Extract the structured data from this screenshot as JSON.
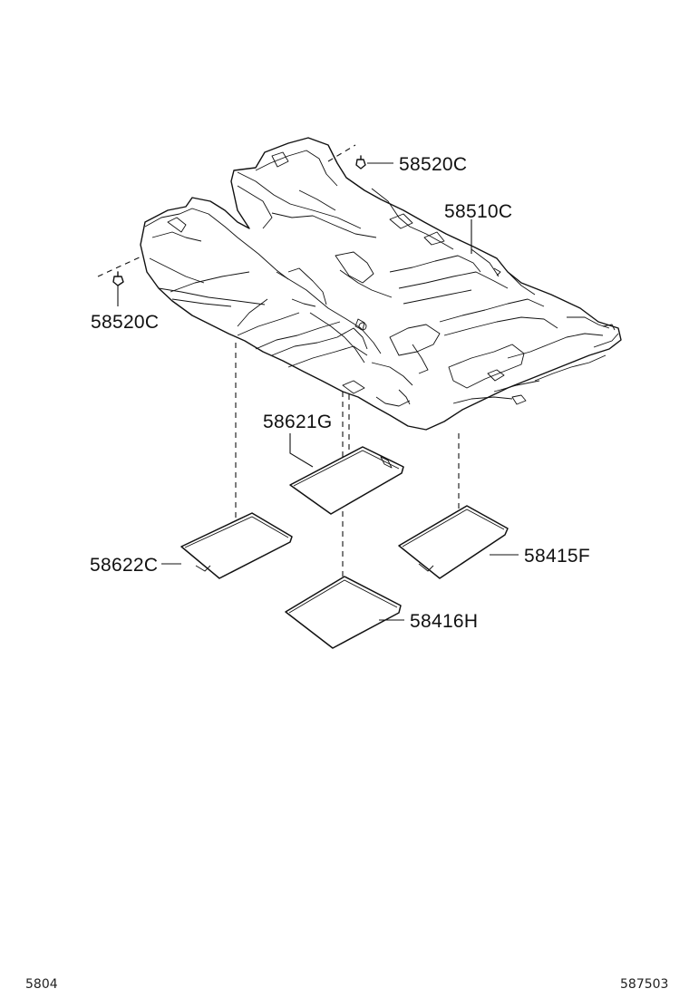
{
  "diagram": {
    "labels": {
      "clip_upper": "58520C",
      "carpet": "58510C",
      "clip_lower": "58520C",
      "mat_center": "58621G",
      "mat_rear_left": "58622C",
      "mat_rear_right": "58415F",
      "mat_rear_center": "58416H"
    },
    "footer": {
      "left_code": "5804",
      "right_code": "587503"
    }
  }
}
